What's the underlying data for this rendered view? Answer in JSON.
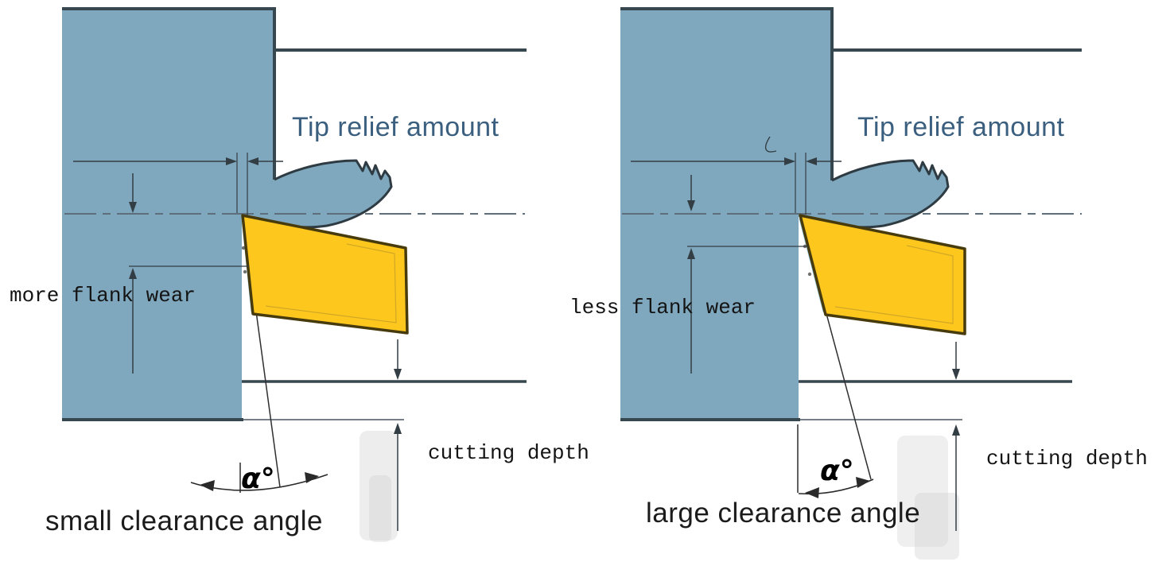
{
  "figure": {
    "type": "technical-comparison-diagram",
    "topic": "effect of tool clearance angle on flank wear",
    "colors": {
      "workpiece_fill": "#7FA8BE",
      "insert_fill": "#FDC71E",
      "outline_dark": "#37474F",
      "label_blue": "#3B5F7E",
      "text_dark": "#141414"
    },
    "left_diagram": {
      "tip_relief_label": "Tip relief amount",
      "flank_wear_label": "more flank wear",
      "cutting_depth_label": "cutting depth",
      "angle_label": "α°",
      "caption": "small clearance angle"
    },
    "right_diagram": {
      "tip_relief_label": "Tip relief amount",
      "flank_wear_label": "less flank wear",
      "cutting_depth_label": "cutting depth",
      "angle_label": "α°",
      "caption": "large clearance angle"
    }
  }
}
